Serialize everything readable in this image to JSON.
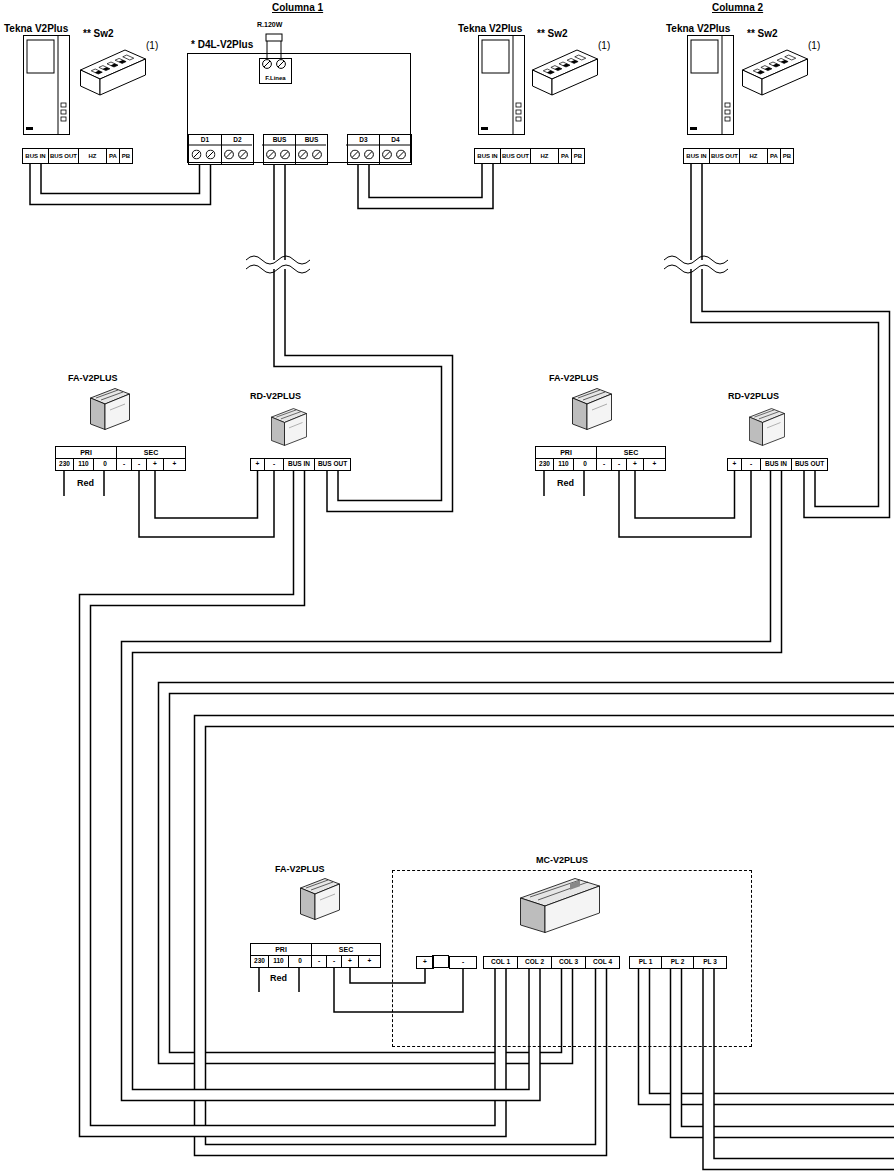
{
  "diagram": {
    "nodes": [
      {
        "text": [
          "BUS IN"
        ]
      },
      {
        "text": [
          "BUS OUT"
        ]
      },
      {
        "text": [
          "HZ"
        ]
      },
      {
        "text": [
          "PA"
        ]
      },
      {
        "text": [
          "PB"
        ]
      },
      {
        "text": [
          "* D4L-V2Plus"
        ]
      },
      {
        "text": [
          "F.Linea"
        ],
        "in": 5
      },
      {
        "text": [
          "D1"
        ],
        "in": 5
      },
      {
        "text": [
          "D2"
        ],
        "in": 5
      },
      {
        "text": [
          "BUS"
        ],
        "in": 5
      },
      {
        "text": [
          "BUS"
        ],
        "in": 5
      },
      {
        "text": [
          "D3"
        ],
        "in": 5
      },
      {
        "text": [
          "D4"
        ],
        "in": 5
      },
      {
        "text": [
          "BUS IN"
        ]
      },
      {
        "text": [
          "BUS OUT"
        ]
      },
      {
        "text": [
          "HZ"
        ]
      },
      {
        "text": [
          "PA"
        ]
      },
      {
        "text": [
          "PB"
        ]
      },
      {
        "text": [
          "BUS IN"
        ]
      },
      {
        "text": [
          "BUS OUT"
        ]
      },
      {
        "text": [
          "HZ"
        ]
      },
      {
        "text": [
          "PA"
        ]
      },
      {
        "text": [
          "PB"
        ]
      },
      {
        "text": [
          "PRI"
        ]
      },
      {
        "text": [
          "SEC"
        ]
      },
      {
        "text": [
          "230"
        ]
      },
      {
        "text": [
          "110"
        ]
      },
      {
        "text": [
          "0"
        ]
      },
      {
        "text": [
          "-"
        ]
      },
      {
        "text": [
          "-"
        ]
      },
      {
        "text": [
          "+"
        ]
      },
      {
        "text": [
          "+"
        ]
      },
      {
        "text": [
          "+"
        ]
      },
      {
        "text": [
          "-"
        ]
      },
      {
        "text": [
          "BUS IN"
        ]
      },
      {
        "text": [
          "BUS OUT"
        ]
      },
      {
        "text": [
          "PRI"
        ]
      },
      {
        "text": [
          "SEC"
        ]
      },
      {
        "text": [
          "230"
        ]
      },
      {
        "text": [
          "110"
        ]
      },
      {
        "text": [
          "0"
        ]
      },
      {
        "text": [
          "-"
        ]
      },
      {
        "text": [
          "-"
        ]
      },
      {
        "text": [
          "+"
        ]
      },
      {
        "text": [
          "+"
        ]
      },
      {
        "text": [
          "+"
        ]
      },
      {
        "text": [
          "-"
        ]
      },
      {
        "text": [
          "BUS IN"
        ]
      },
      {
        "text": [
          "BUS OUT"
        ]
      },
      {
        "text": [
          "PRI"
        ]
      },
      {
        "text": [
          "SEC"
        ]
      },
      {
        "text": [
          "230"
        ]
      },
      {
        "text": [
          "110"
        ]
      },
      {
        "text": [
          "0"
        ]
      },
      {
        "text": [
          "-"
        ]
      },
      {
        "text": [
          "-"
        ]
      },
      {
        "text": [
          "+"
        ]
      },
      {
        "text": [
          "+"
        ]
      },
      {
        "text": [
          "MC-V2PLUS"
        ]
      },
      {
        "text": [
          "+"
        ],
        "in": 58
      },
      {
        "text": [
          "-"
        ],
        "in": 58
      },
      {
        "text": [
          "COL 1"
        ],
        "in": 58
      },
      {
        "text": [
          "COL 2"
        ],
        "in": 58
      },
      {
        "text": [
          "COL 3"
        ],
        "in": 58
      },
      {
        "text": [
          "COL 4"
        ],
        "in": 58
      },
      {
        "text": [
          "PL 1"
        ],
        "in": 58
      },
      {
        "text": [
          "PL 2"
        ],
        "in": 58
      },
      {
        "text": [
          "PL 3"
        ],
        "in": 58
      }
    ],
    "edges": [
      {
        "from": 0,
        "to": 7,
        "arrow": "none"
      },
      {
        "from": 11,
        "to": 13,
        "arrow": "none"
      },
      {
        "from": 9,
        "to": 35,
        "arrow": "none"
      },
      {
        "from": 30,
        "to": 32,
        "arrow": "none"
      },
      {
        "from": 29,
        "to": 33,
        "arrow": "none"
      },
      {
        "from": 34,
        "to": 61,
        "arrow": "none"
      },
      {
        "from": 18,
        "to": 48,
        "arrow": "none"
      },
      {
        "from": 43,
        "to": 45,
        "arrow": "none"
      },
      {
        "from": 42,
        "to": 46,
        "arrow": "none"
      },
      {
        "from": 47,
        "to": 62,
        "arrow": "none"
      },
      {
        "from": 56,
        "to": 59,
        "arrow": "none"
      },
      {
        "from": 55,
        "to": 60,
        "arrow": "none"
      }
    ],
    "labels": [
      "Columna 1",
      "Columna 2",
      "Tekna V2Plus",
      "** Sw2",
      "(1)",
      "R.120W",
      "Tekna V2Plus",
      "** Sw2",
      "(1)",
      "Tekna V2Plus",
      "** Sw2",
      "(1)",
      "FA-V2PLUS",
      "Red",
      "RD-V2PLUS",
      "FA-V2PLUS",
      "Red",
      "RD-V2PLUS",
      "FA-V2PLUS",
      "Red"
    ]
  }
}
